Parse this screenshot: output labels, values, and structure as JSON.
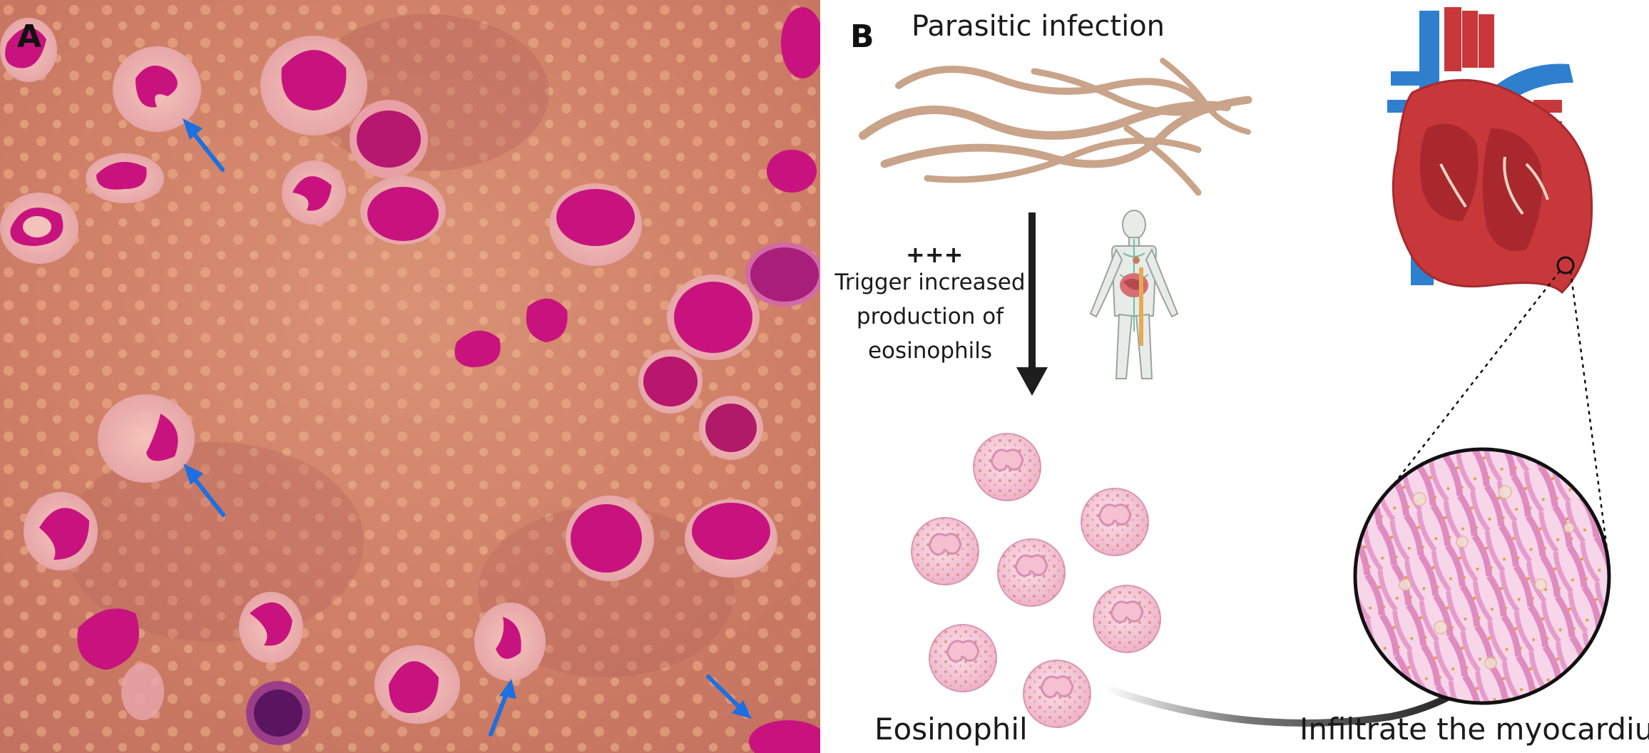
{
  "panel_a": {
    "label": "A",
    "colors": {
      "background": "#d9856d",
      "nucleus": "#c8137f",
      "arrow": "#1e6fe0"
    },
    "icons": [
      "blue-arrow-icon"
    ]
  },
  "panel_b": {
    "label": "B",
    "title": "Parasitic infection",
    "plus": "+++",
    "trigger_text": "Trigger increased production of eosinophils",
    "eosinophil_label": "Eosinophil",
    "myocardium_label": "Infiltrate the myocardium",
    "colors": {
      "worm": "#c9a48a",
      "eosinophil": "#f2bfd6",
      "heart_red": "#c8383b",
      "vessel_blue": "#2f7fcf",
      "muscle": "#e58ec4"
    },
    "icons": [
      "parasite-worms-icon",
      "human-body-icon",
      "heart-icon",
      "eosinophil-cell-icon",
      "myocardium-magnifier-icon"
    ]
  }
}
